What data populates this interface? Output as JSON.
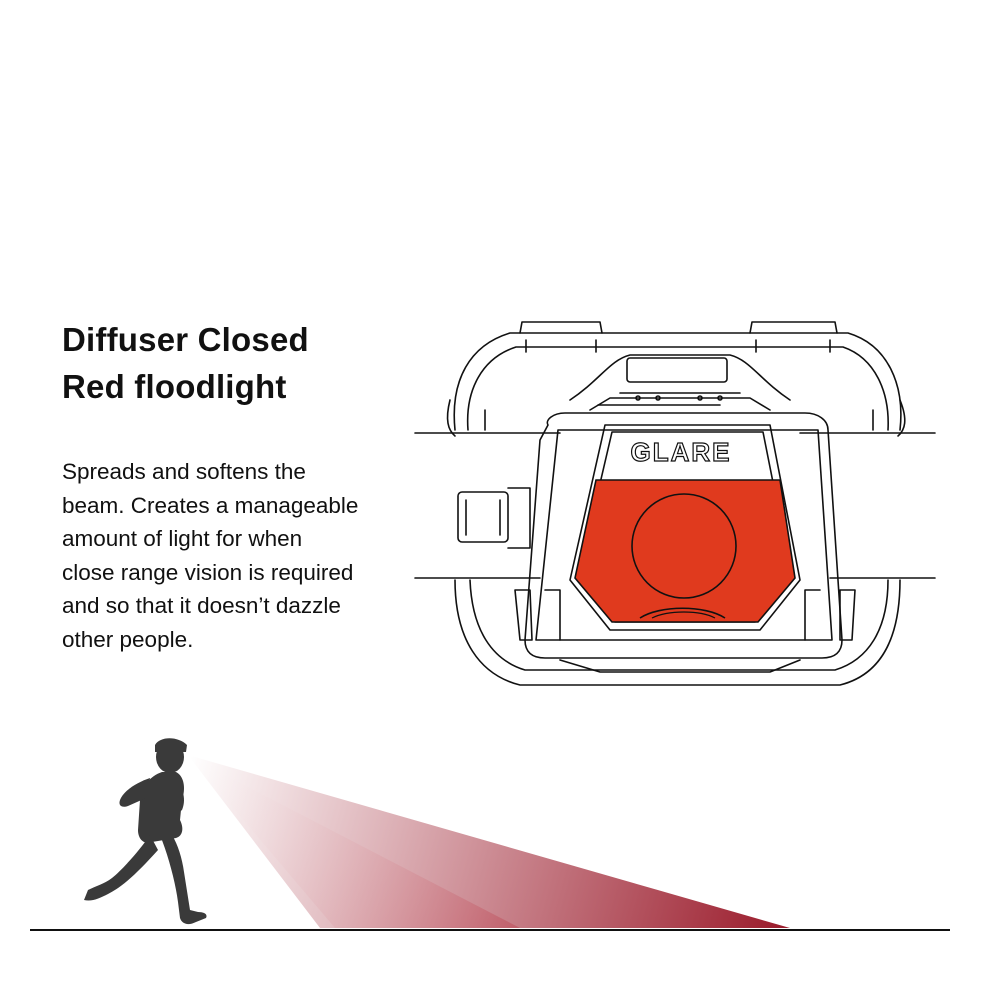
{
  "heading": {
    "line1": "Diffuser Closed",
    "line2": "Red floodlight"
  },
  "description": {
    "lines": [
      "Spreads and softens the",
      "beam. Creates a manageable",
      "amount of light for when",
      "close range vision is required",
      "and so that it doesn’t dazzle",
      "other people."
    ]
  },
  "headlamp": {
    "brand": "GLARE",
    "lens_color": "#e03a1e"
  },
  "colors": {
    "beam_dark": "#9a1a2a",
    "beam_light": "#ffffff",
    "ink": "#111111",
    "runner": "#3a3a3a"
  }
}
